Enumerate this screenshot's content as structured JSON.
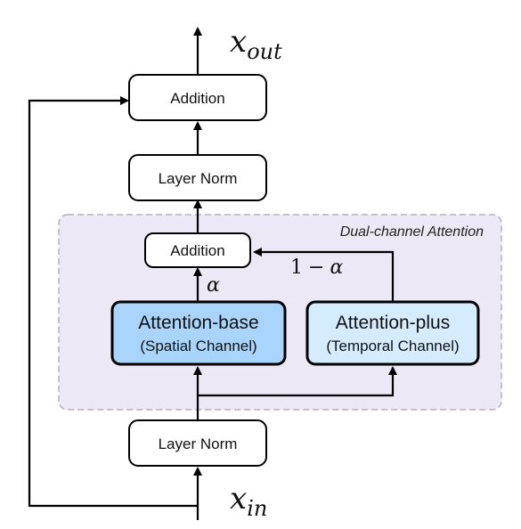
{
  "diagram": {
    "output_label": {
      "base": "x",
      "sub": "out"
    },
    "input_label": {
      "base": "x",
      "sub": "in"
    },
    "top_addition": "Addition",
    "top_layer_norm": "Layer Norm",
    "bottom_layer_norm": "Layer Norm",
    "group": {
      "title": "Dual-channel Attention",
      "addition": "Addition",
      "attention_base": {
        "title": "Attention-base",
        "subtitle": "(Spatial Channel)"
      },
      "attention_plus": {
        "title": "Attention-plus",
        "subtitle": "(Temporal Channel)"
      },
      "alpha_label": "α",
      "one_minus_alpha": {
        "one": "1",
        "minus": "−",
        "alpha": "α"
      }
    },
    "colors": {
      "group_fill": "#ede8f5",
      "group_border": "#b5b0bd",
      "base_fill": "#a9d4fb",
      "plus_fill": "#d4ecfd",
      "stroke": "#000000"
    }
  }
}
